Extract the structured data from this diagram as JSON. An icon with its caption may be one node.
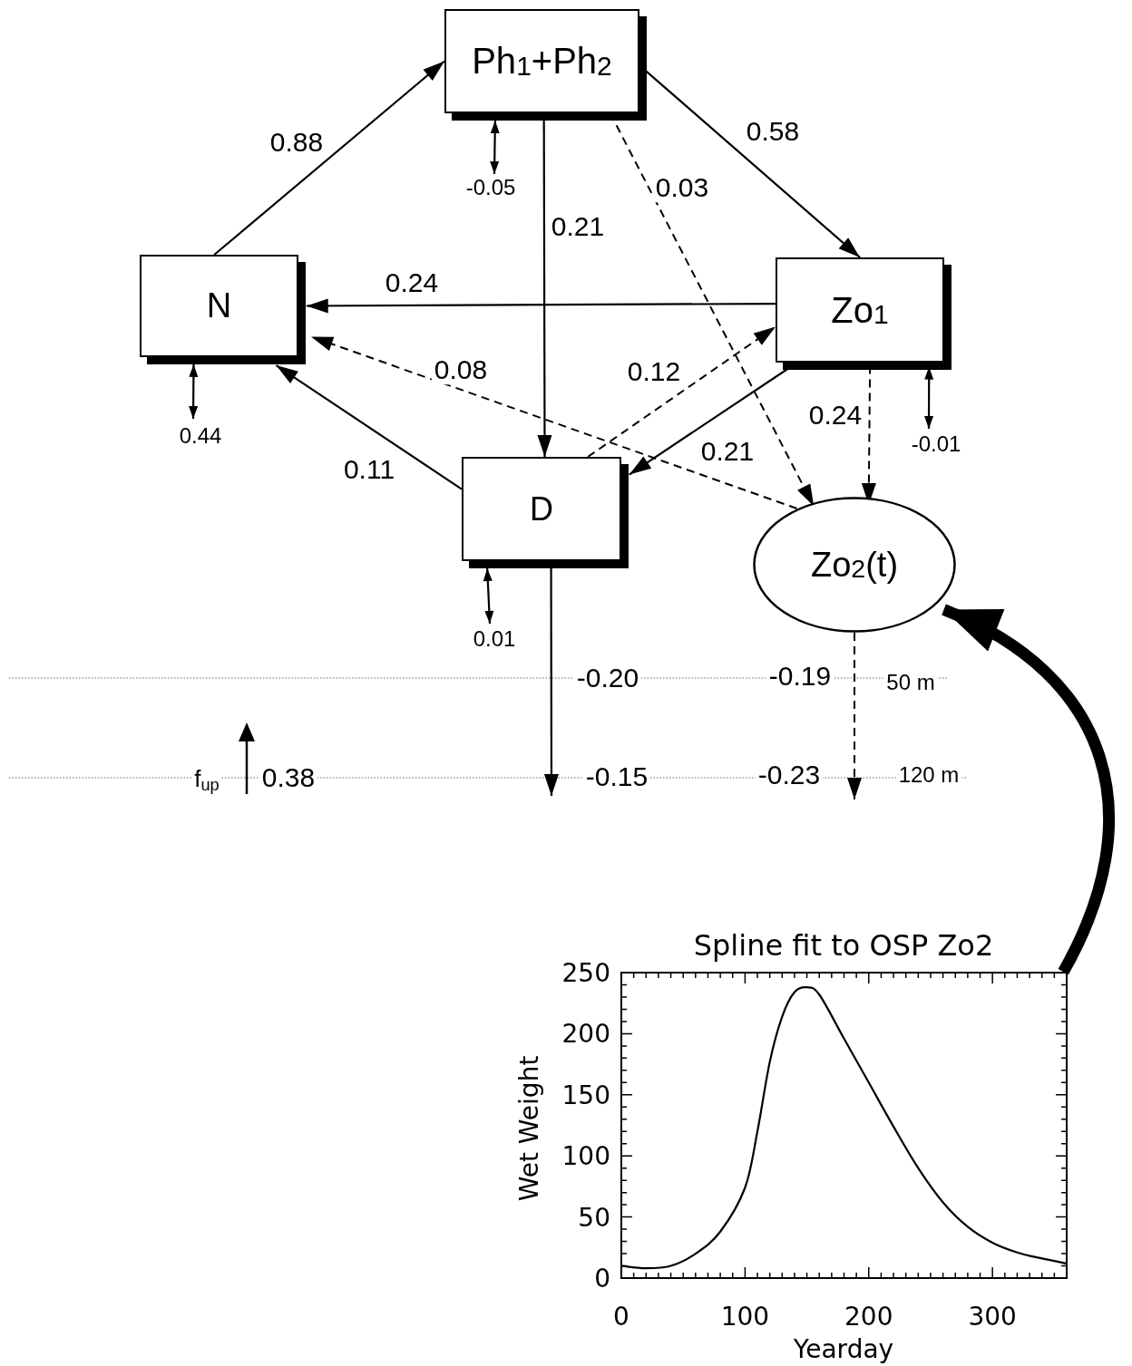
{
  "diagram": {
    "nodes": [
      {
        "text": [
          "Ph$_{1}$+Ph$_{2}$"
        ]
      },
      {
        "text": [
          "N"
        ]
      },
      {
        "text": [
          "Zo$_{1}$"
        ]
      },
      {
        "text": [
          "D"
        ]
      },
      {
        "text": [
          "Zo$_{2}$(t)"
        ]
      },
      {
        "text": [],
        "shape": "chart"
      }
    ],
    "edges": [
      {
        "from": 1,
        "to": 0,
        "arrow": "to",
        "label": "0.88"
      },
      {
        "from": 0,
        "to": 2,
        "arrow": "to",
        "label": "0.58"
      },
      {
        "from": 0,
        "to": 3,
        "arrow": "to",
        "label": "0.21"
      },
      {
        "from": 0,
        "to": 4,
        "arrow": "to",
        "label": "0.03",
        "style": "dashed"
      },
      {
        "from": 2,
        "to": 1,
        "arrow": "to",
        "label": "0.24"
      },
      {
        "from": 4,
        "to": 1,
        "arrow": "to",
        "label": "0.08",
        "style": "dashed"
      },
      {
        "from": 3,
        "to": 2,
        "arrow": "to",
        "label": "0.12",
        "style": "dashed"
      },
      {
        "from": 2,
        "to": 3,
        "arrow": "to",
        "label": "0.21"
      },
      {
        "from": 3,
        "to": 1,
        "arrow": "to",
        "label": "0.11"
      },
      {
        "from": 2,
        "to": 4,
        "arrow": "to",
        "label": "0.24",
        "style": "dashed"
      },
      {
        "from": 3,
        "to": null,
        "arrow": "to"
      },
      {
        "from": 4,
        "to": null,
        "arrow": "to",
        "style": "dashed"
      },
      {
        "from": 5,
        "to": 4,
        "arrow": "to",
        "style": "thick"
      },
      {
        "from": 0,
        "to": null,
        "arrow": "both",
        "label": "-0.05"
      },
      {
        "from": 1,
        "to": null,
        "arrow": "both",
        "label": "0.44"
      },
      {
        "from": 3,
        "to": null,
        "arrow": "both",
        "label": "0.01"
      },
      {
        "from": 2,
        "to": null,
        "arrow": "both",
        "label": "-0.01"
      }
    ],
    "labels": [
      "-0.20",
      "-0.19",
      "50 m",
      "f$_{up}$",
      "0.38",
      "-0.15",
      "-0.23",
      "120 m"
    ],
    "chart_data": {
      "type": "line",
      "title": "Spline fit to OSP Zo2",
      "xlabel": "Yearday",
      "ylabel": "Wet Weight",
      "x": [
        0,
        20,
        40,
        60,
        80,
        100,
        110,
        120,
        130,
        140,
        150,
        160,
        180,
        200,
        220,
        240,
        260,
        280,
        300,
        320,
        340,
        360
      ],
      "series": [
        {
          "color": "#000000",
          "values": [
            10,
            8,
            10,
            20,
            38,
            74,
            120,
            177,
            214,
            234,
            238,
            232,
            196,
            160,
            124,
            90,
            62,
            42,
            29,
            21,
            16,
            12
          ]
        }
      ],
      "xlim": [
        0,
        360
      ],
      "ylim": [
        0,
        250
      ],
      "xticks": [
        0,
        100,
        200,
        300
      ],
      "yticks": [
        0,
        50,
        100,
        150,
        200,
        250
      ]
    }
  }
}
